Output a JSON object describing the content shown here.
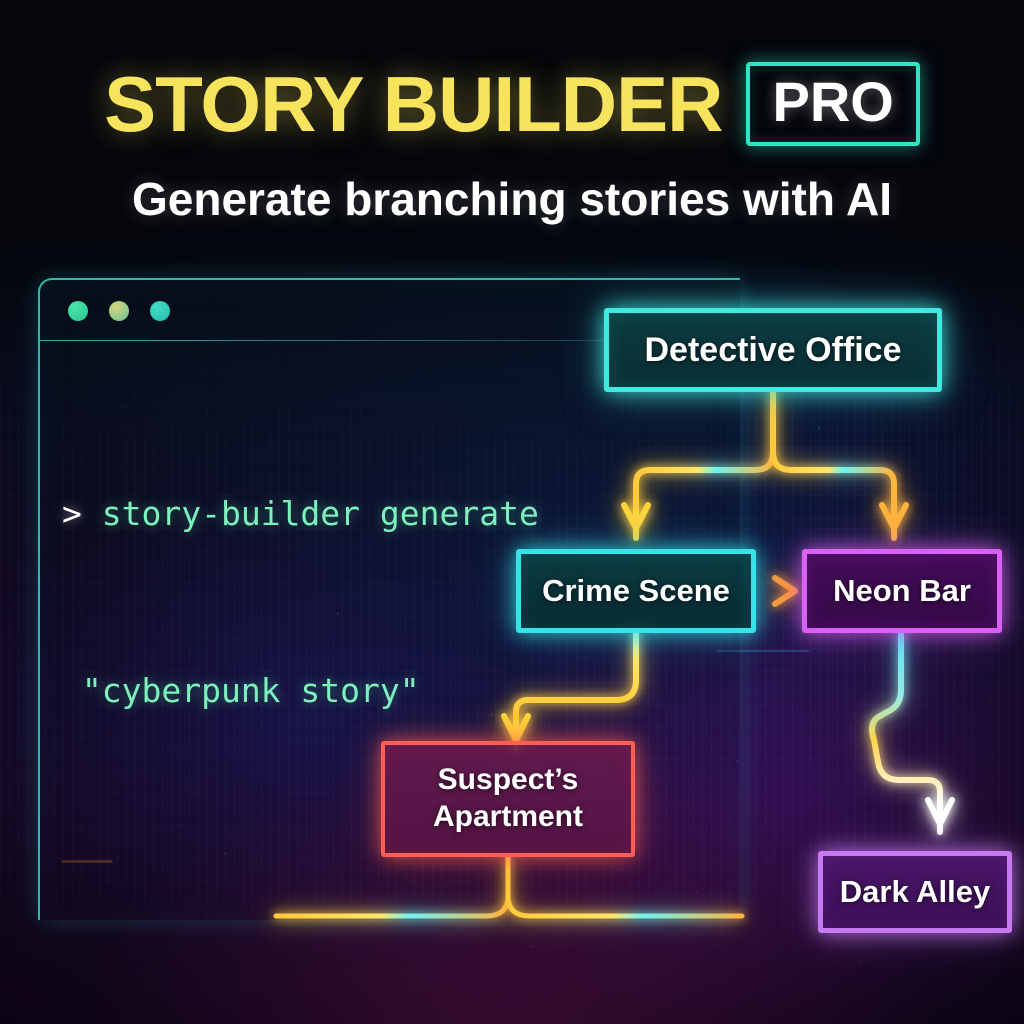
{
  "header": {
    "title": "STORY BUILDER",
    "badge": "PRO",
    "subtitle": "Generate branching stories with AI",
    "title_color": "#F8E45C",
    "badge_color": "#2FE6C4"
  },
  "terminal": {
    "window_controls": [
      {
        "name": "close-dot",
        "color": "#34D79A"
      },
      {
        "name": "minimize-dot",
        "color": "#A8CC86"
      },
      {
        "name": "maximize-dot",
        "color": "#2FCBBC"
      }
    ],
    "prompt_symbol": ">",
    "command_line_1": "story-builder generate",
    "command_line_2": "\"cyberpunk story\"",
    "text_color": "#7DF0BD",
    "border_color": "#3AD6C8"
  },
  "flow": {
    "nodes": [
      {
        "id": "detective-office",
        "label": "Detective Office",
        "accent": "#3FE9E0",
        "fill": "#0C4044"
      },
      {
        "id": "crime-scene",
        "label": "Crime Scene",
        "accent": "#35E3E8",
        "fill": "#0A3E42"
      },
      {
        "id": "neon-bar",
        "label": "Neon Bar",
        "accent": "#D962F5",
        "fill": "#480C5C"
      },
      {
        "id": "suspects-apartment",
        "label": "Suspect’s Apartment",
        "label_line_1": "Suspect’s",
        "label_line_2": "Apartment",
        "accent": "#FF5F52",
        "fill": "#681A4E"
      },
      {
        "id": "dark-alley",
        "label": "Dark Alley",
        "accent": "#C779F2",
        "fill": "#4E166C"
      }
    ],
    "edges": [
      {
        "from": "detective-office",
        "to": "crime-scene",
        "color": "#FFD93B"
      },
      {
        "from": "detective-office",
        "to": "neon-bar",
        "color": "#FFB43B"
      },
      {
        "from": "crime-scene",
        "to": "neon-bar",
        "color": "#FFC93B"
      },
      {
        "from": "crime-scene",
        "to": "suspects-apartment",
        "color": "#FFE04A"
      },
      {
        "from": "neon-bar",
        "to": "dark-alley",
        "color": "#FFFFFF"
      },
      {
        "from": "suspects-apartment",
        "to": "",
        "color": "#FFC93B"
      }
    ]
  }
}
